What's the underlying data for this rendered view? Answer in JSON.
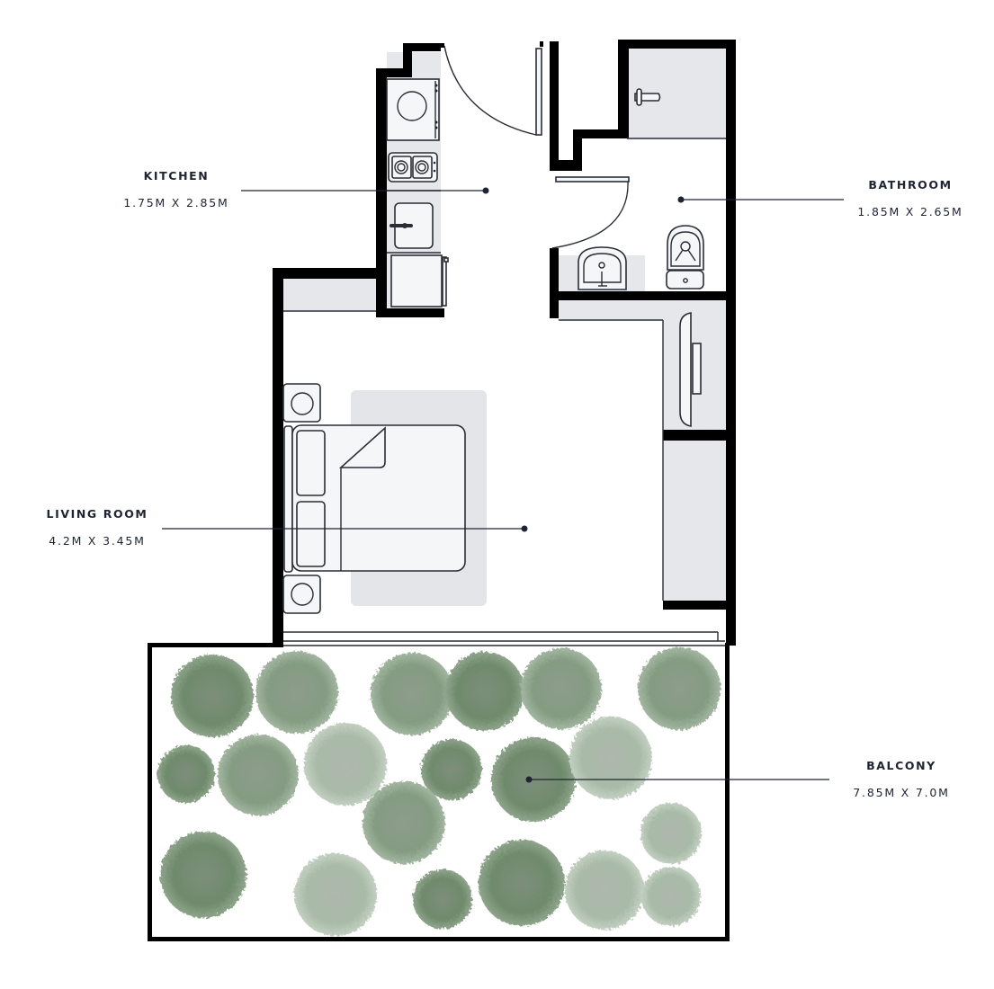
{
  "plan": {
    "type": "floor-plan",
    "colors": {
      "wall": "#000000",
      "built_in_fill": "#e6e7ea",
      "fixture_fill": "#f5f6f8",
      "rug_fill": "#e4e5e8",
      "text": "#1f2433",
      "tree_dark": "#6f8a6c",
      "tree_light": "#a7b9a5"
    },
    "rooms": [
      {
        "id": "kitchen",
        "name": "KITCHEN",
        "dimensions": "1.75M X 2.85M"
      },
      {
        "id": "bathroom",
        "name": "BATHROOM",
        "dimensions": "1.85M X 2.65M"
      },
      {
        "id": "living",
        "name": "LIVING ROOM",
        "dimensions": "4.2M X 3.45M"
      },
      {
        "id": "balcony",
        "name": "BALCONY",
        "dimensions": "7.85M X 7.0M"
      }
    ],
    "fixtures": [
      "washing-machine",
      "cooktop-2-burner",
      "kitchen-sink",
      "refrigerator",
      "entry-door",
      "shower",
      "bathroom-door",
      "washbasin",
      "toilet",
      "wardrobe",
      "tv-unit",
      "storage-cabinet",
      "double-bed",
      "nightstand-left",
      "nightstand-right",
      "rug",
      "sliding-glass-door",
      "planters"
    ]
  }
}
